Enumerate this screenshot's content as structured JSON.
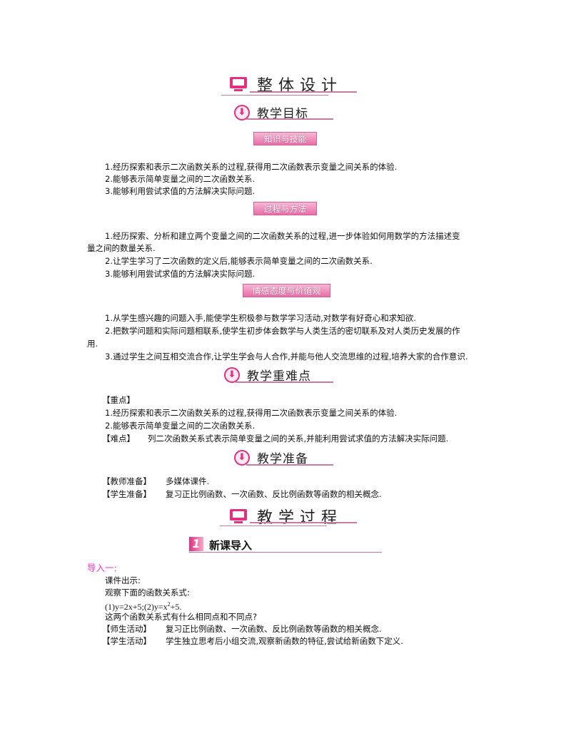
{
  "overall_design": {
    "title": "整体设计",
    "icon": "monitor-icon"
  },
  "objectives": {
    "title": "教学目标",
    "icon": "download-circle-icon",
    "knowledge": {
      "label": "知识与技能",
      "items": [
        "1.经历探索和表示二次函数关系的过程,获得用二次函数表示变量之间关系的体验.",
        "2.能够表示简单变量之间的二次函数关系.",
        "3.能够利用尝试求值的方法解决实际问题."
      ]
    },
    "process": {
      "label": "过程与方法",
      "items": [
        "1.经历探索、分析和建立两个变量之间的二次函数关系的过程,进一步体验如何用数学的方法描述变",
        "量之间的数量关系.",
        "2.让学生学习了二次函数的定义后,能够表示简单变量之间的二次函数关系.",
        "3.能够利用尝试求值的方法解决实际问题."
      ]
    },
    "emotion": {
      "label": "情感态度与价值观",
      "items": [
        "1.从学生感兴趣的问题入手,能使学生积极参与数学学习活动,对数学有好奇心和求知欲.",
        "2.把数学问题和实际问题相联系,使学生初步体会数学与人类生活的密切联系及对人类历史发展的作",
        "用.",
        "3.通过学生之间互相交流合作,让学生学会与人合作,并能与他人交流思维的过程,培养大家的合作意识."
      ]
    }
  },
  "key_points": {
    "title": "教学重难点",
    "focus_label": "【重点】",
    "focus_items": [
      "1.经历探索和表示二次函数关系的过程,获得用二次函数表示变量之间关系的体验.",
      "2.能够表示简单变量之间的二次函数关系."
    ],
    "difficulty_label": "【难点】",
    "difficulty_text": "列二次函数关系式表示简单变量之间的关系,并能利用尝试求值的方法解决实际问题."
  },
  "preparation": {
    "title": "教学准备",
    "teacher_label": "【教师准备】",
    "teacher_text": "多媒体课件.",
    "student_label": "【学生准备】",
    "student_text": "复习正比例函数、一次函数、反比例函数等函数的相关概念."
  },
  "process": {
    "title": "教学过程",
    "section_number": "1",
    "section_title": "新课导入",
    "intro_label": "导入一:",
    "lines": [
      "课件出示:",
      "观察下面的函数关系式:"
    ],
    "formula1": "(1)y=2x+5;",
    "formula2_pre": "(2)y=x",
    "formula2_sup": "2",
    "formula2_post": "+5.",
    "question": "这两个函数关系式有什么相同点和不同点?",
    "ts_label": "【师生活动】",
    "ts_text": "复习正比例函数、一次函数、反比例函数等函数的相关概念.",
    "st_label": "【学生活动】",
    "st_text": "学生独立思考后小组交流,观察新函数的特征,尝试给新函数下定义."
  },
  "colors": {
    "accent": "#e0307f",
    "intro": "#ff33cc"
  }
}
